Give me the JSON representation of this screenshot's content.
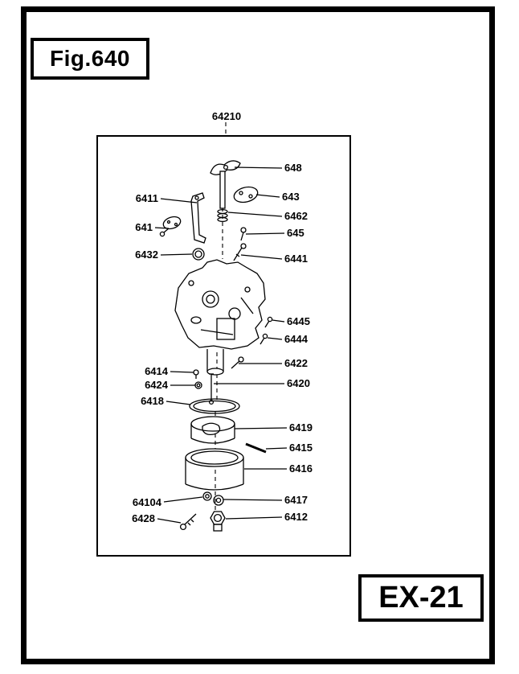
{
  "figure": {
    "label": "Fig.640"
  },
  "page_code": {
    "label": "EX-21"
  },
  "assembly": {
    "label": "64210"
  },
  "parts_left": [
    {
      "label": "6411"
    },
    {
      "label": "641"
    },
    {
      "label": "6432"
    },
    {
      "label": "6414"
    },
    {
      "label": "6424"
    },
    {
      "label": "6418"
    },
    {
      "label": "64104"
    },
    {
      "label": "6428"
    }
  ],
  "parts_right": [
    {
      "label": "648"
    },
    {
      "label": "643"
    },
    {
      "label": "6462"
    },
    {
      "label": "645"
    },
    {
      "label": "6441"
    },
    {
      "label": "6445"
    },
    {
      "label": "6444"
    },
    {
      "label": "6422"
    },
    {
      "label": "6420"
    },
    {
      "label": "6419"
    },
    {
      "label": "6415"
    },
    {
      "label": "6416"
    },
    {
      "label": "6417"
    },
    {
      "label": "6412"
    }
  ],
  "colors": {
    "ink": "#000000",
    "paper": "#ffffff"
  }
}
